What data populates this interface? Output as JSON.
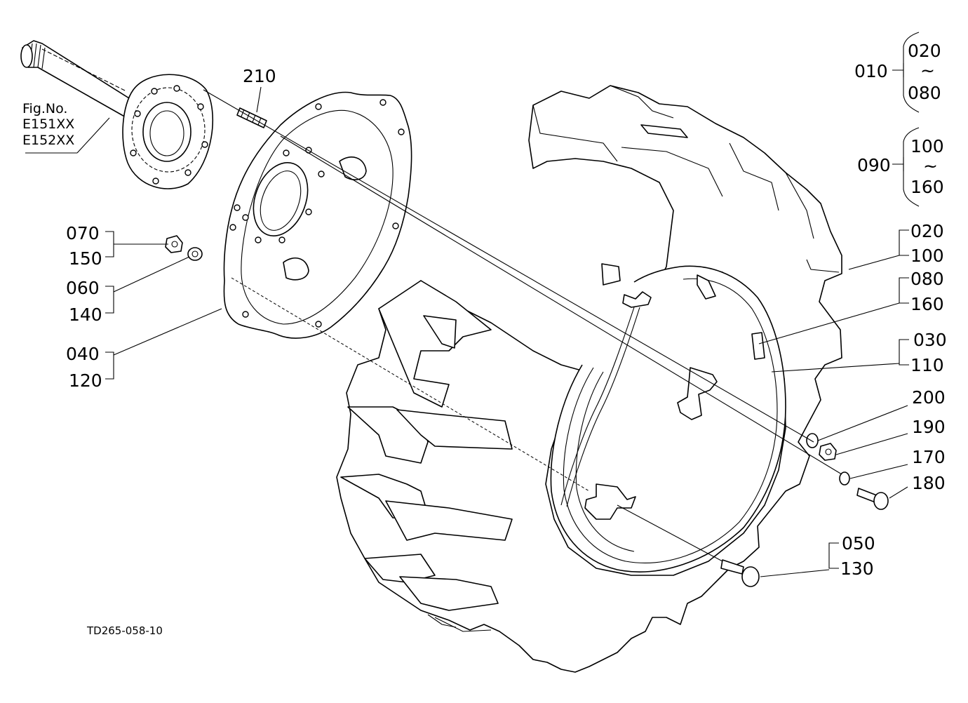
{
  "figure_ref": {
    "line1": "Fig.No.",
    "line2": "E151XX",
    "line3": "E152XX"
  },
  "drawing_code": "TD265-058-10",
  "callouts": {
    "c210": "210",
    "c010": "010",
    "c010_top": "020",
    "c010_tilde": "~",
    "c010_bottom": "080",
    "c090": "090",
    "c090_top": "100",
    "c090_tilde": "~",
    "c090_bottom": "160",
    "c070": "070",
    "c150": "150",
    "c060": "060",
    "c140": "140",
    "c040": "040",
    "c120": "120",
    "c020": "020",
    "c100": "100",
    "c080": "080",
    "c160": "160",
    "c030": "030",
    "c110": "110",
    "c200": "200",
    "c190": "190",
    "c170": "170",
    "c180": "180",
    "c050": "050",
    "c130": "130"
  }
}
